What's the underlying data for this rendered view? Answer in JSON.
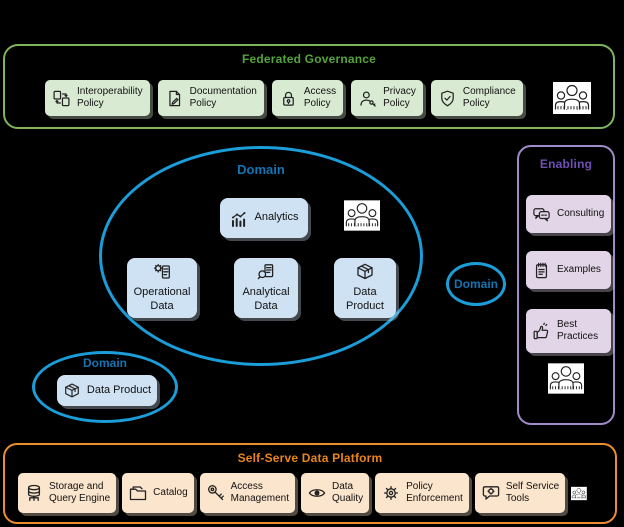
{
  "colors": {
    "background": "#000000",
    "governance_border": "#7db45c",
    "governance_title": "#55a33c",
    "governance_card": "#d9ead3",
    "domain_stroke": "#1a9dd9",
    "domain_label": "#1274b2",
    "domain_card": "#cfe2f3",
    "enabling_border": "#a18cc9",
    "enabling_title": "#6e4fb3",
    "enabling_card": "#e1d5e7",
    "platform_border": "#eb8d2f",
    "platform_title": "#e8851c",
    "platform_card": "#fce5cd"
  },
  "governance": {
    "title": "Federated Governance",
    "team_icon": "team-icon",
    "items": [
      {
        "icon": "interoperability-icon",
        "lines": [
          "Interoperability",
          "Policy"
        ]
      },
      {
        "icon": "documentation-icon",
        "lines": [
          "Documentation",
          "Policy"
        ]
      },
      {
        "icon": "lock-icon",
        "lines": [
          "Access",
          "Policy"
        ]
      },
      {
        "icon": "privacy-person-icon",
        "lines": [
          "Privacy",
          "Policy"
        ]
      },
      {
        "icon": "shield-check-icon",
        "lines": [
          "Compliance",
          "Policy"
        ]
      }
    ]
  },
  "domain_main": {
    "label": "Domain",
    "team_icon": "team-icon",
    "analytics": {
      "icon": "analytics-icon",
      "label": "Analytics"
    },
    "cards": [
      {
        "icon": "operational-system-icon",
        "lines": [
          "Operational",
          "Data"
        ]
      },
      {
        "icon": "analytical-report-icon",
        "lines": [
          "Analytical",
          "Data"
        ]
      },
      {
        "icon": "package-box-icon",
        "lines": [
          "Data",
          "Product"
        ]
      }
    ]
  },
  "domain_side": {
    "label": "Domain"
  },
  "domain_bottom": {
    "label": "Domain",
    "card": {
      "icon": "package-box-icon",
      "label": "Data Product"
    }
  },
  "enabling": {
    "title": "Enabling",
    "team_icon": "team-icon",
    "items": [
      {
        "icon": "consulting-chat-icon",
        "lines": [
          "Consulting"
        ]
      },
      {
        "icon": "examples-notepad-icon",
        "lines": [
          "Examples"
        ]
      },
      {
        "icon": "thumbs-up-icon",
        "lines": [
          "Best",
          "Practices"
        ]
      }
    ]
  },
  "platform": {
    "title": "Self-Serve Data Platform",
    "team_icon": "team-icon",
    "items": [
      {
        "icon": "database-icon",
        "lines": [
          "Storage and",
          "Query Engine"
        ]
      },
      {
        "icon": "folder-icon",
        "lines": [
          "Catalog"
        ]
      },
      {
        "icon": "key-icon",
        "lines": [
          "Access",
          "Management"
        ]
      },
      {
        "icon": "eye-icon",
        "lines": [
          "Data",
          "Quality"
        ]
      },
      {
        "icon": "gear-icon",
        "lines": [
          "Policy",
          "Enforcement"
        ]
      },
      {
        "icon": "chat-tools-icon",
        "lines": [
          "Self Service",
          "Tools"
        ]
      }
    ]
  }
}
